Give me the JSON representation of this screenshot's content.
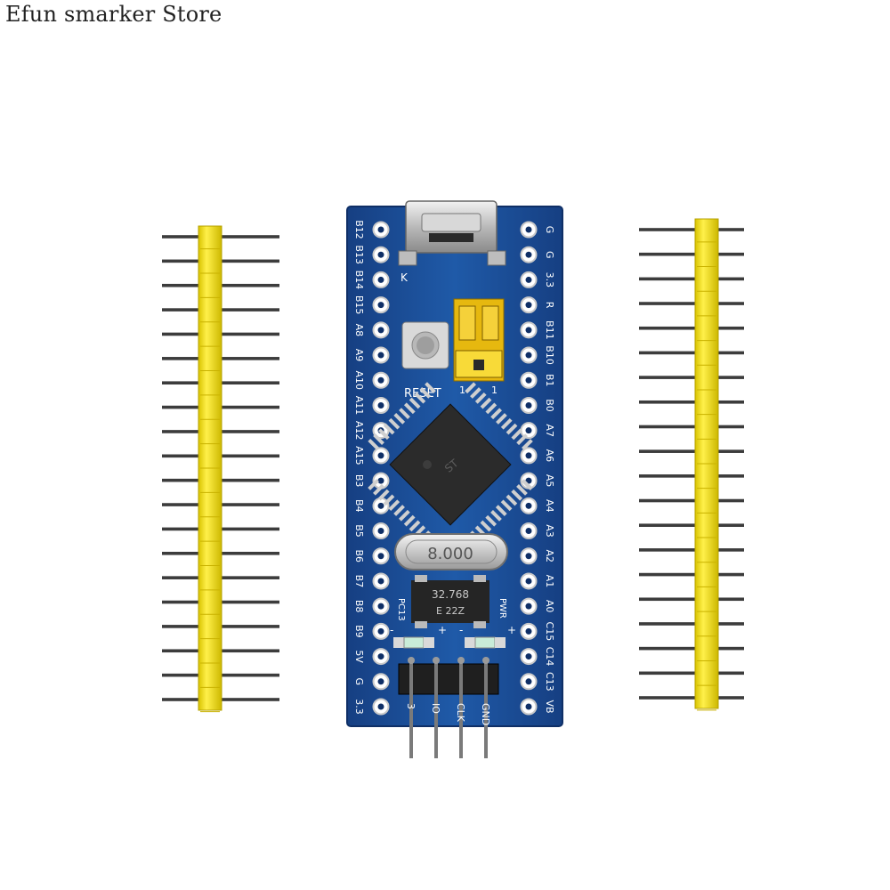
{
  "watermark": "Efun smarker Store",
  "board": {
    "left_pins": [
      "B12",
      "B13",
      "B14",
      "B15",
      "A8",
      "A9",
      "A10",
      "A11",
      "A12",
      "A15",
      "B3",
      "B4",
      "B5",
      "B6",
      "B7",
      "B8",
      "B9",
      "5V",
      "G",
      "3.3"
    ],
    "right_pins": [
      "G",
      "G",
      "3.3",
      "R",
      "B11",
      "B10",
      "B1",
      "B0",
      "A7",
      "A6",
      "A5",
      "A4",
      "A3",
      "A2",
      "A1",
      "A0",
      "C15",
      "C14",
      "C13",
      "VB"
    ],
    "reset_label": "RESET",
    "jumper_labels": [
      "1",
      "1"
    ],
    "crystal_label": "8.000",
    "rtc_crystal_label": "32.768",
    "rtc_crystal_sub": "E 22Z",
    "led_labels": [
      "PC13",
      "PWR"
    ],
    "polarity_labels": [
      "-",
      "+",
      "-",
      "+"
    ],
    "debug_pins": [
      "3",
      "IO",
      "CLK",
      "GND"
    ],
    "usb_label": "K"
  },
  "header_strips": {
    "left_count": 20,
    "right_count": 20
  },
  "colors": {
    "pcb": "#1a4f97",
    "header": "#f2e10c",
    "pin": "#3a3a3a",
    "silk": "#ffffff"
  }
}
